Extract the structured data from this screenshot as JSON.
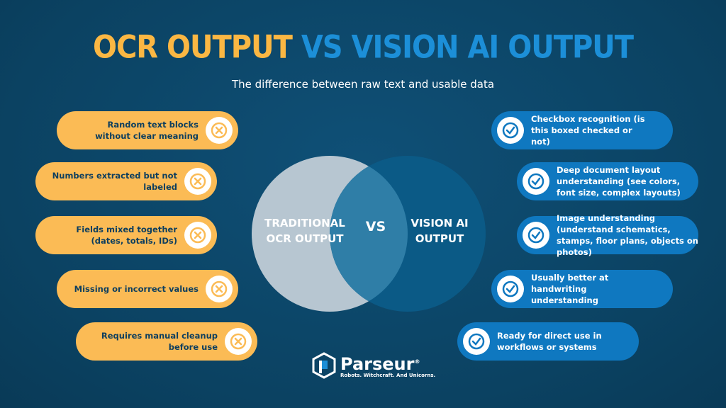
{
  "title": {
    "part1": "OCR OUTPUT",
    "part2": "VS VISION AI OUTPUT"
  },
  "subtitle": "The difference between raw text and usable data",
  "ocr_items": [
    {
      "text": "Random text blocks without clear meaning",
      "icon": "x-circle-icon"
    },
    {
      "text": "Numbers extracted but not labeled",
      "icon": "x-circle-icon"
    },
    {
      "text": "Fields mixed together (dates, totals, IDs)",
      "icon": "x-circle-icon"
    },
    {
      "text": "Missing or incorrect values",
      "icon": "x-circle-icon"
    },
    {
      "text": "Requires manual cleanup before use",
      "icon": "x-circle-icon"
    }
  ],
  "vision_items": [
    {
      "text": "Checkbox recognition (is this boxed checked or not)",
      "icon": "check-circle-icon"
    },
    {
      "text": "Deep document layout understanding (see colors, font size, complex layouts)",
      "icon": "check-circle-icon"
    },
    {
      "text": "Image understanding (understand schematics, stamps, floor plans, objects on photos)",
      "icon": "check-circle-icon"
    },
    {
      "text": "Usually better at handwriting understanding",
      "icon": "check-circle-icon"
    },
    {
      "text": "Ready for direct use in workflows or systems",
      "icon": "check-circle-icon"
    }
  ],
  "venn": {
    "left": "TRADITIONAL OCR OUTPUT",
    "center": "VS",
    "right": "VISION AI OUTPUT"
  },
  "logo": {
    "name": "Parseur",
    "registered": "®",
    "tagline": "Robots. Witchcraft. And Unicorns."
  },
  "colors": {
    "background": "#0c4766",
    "ocr": "#fbbb55",
    "vision": "#0f78c0",
    "title_yellow": "#fbb743",
    "title_blue": "#1c8fd8"
  }
}
